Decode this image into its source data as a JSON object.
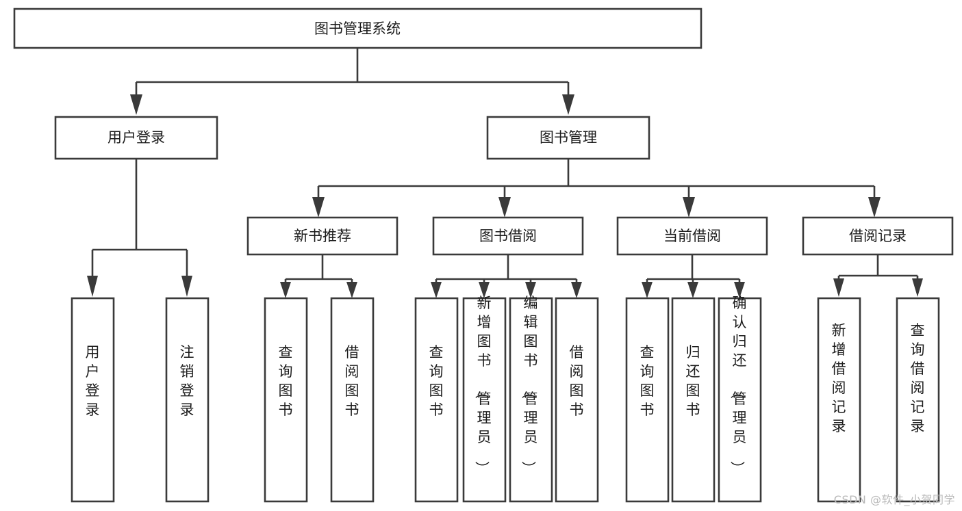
{
  "diagram": {
    "type": "tree",
    "title": "图书管理系统",
    "watermark": "CSDN @软件_小贺同学",
    "colors": {
      "stroke": "#3a3a3a",
      "fill": "#ffffff",
      "text": "#1c1c1c",
      "watermark": "#b9b9b9",
      "background": "#ffffff"
    },
    "root": {
      "label": "图书管理系统"
    },
    "level2": [
      {
        "label": "用户登录"
      },
      {
        "label": "图书管理"
      }
    ],
    "level3": [
      {
        "label": "新书推荐"
      },
      {
        "label": "图书借阅"
      },
      {
        "label": "当前借阅"
      },
      {
        "label": "借阅记录"
      }
    ],
    "leaves": {
      "user_login": [
        {
          "label": "用户登录"
        },
        {
          "label": "注销登录"
        }
      ],
      "new_book": [
        {
          "label": "查询图书"
        },
        {
          "label": "借阅图书"
        }
      ],
      "book_borrow": [
        {
          "label": "查询图书"
        },
        {
          "label": "新增图书（管理员）"
        },
        {
          "label": "编辑图书（管理员）"
        },
        {
          "label": "借阅图书"
        }
      ],
      "current_borrow": [
        {
          "label": "查询图书"
        },
        {
          "label": "归还图书"
        },
        {
          "label": "确认归还（管理员）"
        }
      ],
      "borrow_record": [
        {
          "label": "新增借阅记录"
        },
        {
          "label": "查询借阅记录"
        }
      ]
    }
  }
}
